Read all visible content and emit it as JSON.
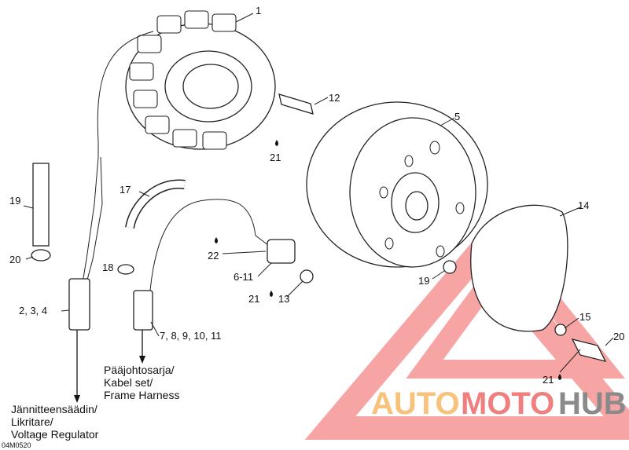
{
  "callouts": {
    "stator": "1",
    "flywheel": "5",
    "screw_stator": "12",
    "sealant_a": "21",
    "sealant_b": "21",
    "sealant_c": "21",
    "tube": "19",
    "tube_clamp": "20",
    "hose": "17",
    "hose_clamp": "18",
    "sealant_sensor": "22",
    "sensor": "6-11",
    "sensor_screw": "13",
    "cover": "14",
    "washer_a": "19",
    "washer_b": "15",
    "bolt": "20",
    "connector_a": "2, 3, 4",
    "connector_b": "7, 8, 9, 10, 11"
  },
  "captions": {
    "frame_harness": [
      "Pääjohtosarja/",
      "Kabel set/",
      "Frame Harness"
    ],
    "voltage_regulator": [
      "Jännitteensäädin/",
      "Likritare/",
      "Voltage Regulator"
    ]
  },
  "figure_code": "04M0520",
  "watermark": {
    "part1": "AUTO",
    "part2": "MOTO",
    "part3": "HUB"
  },
  "colors": {
    "wm_orange": "#f8c27a",
    "wm_red": "#f07f7f",
    "wm_gray": "#8a8a8a"
  }
}
